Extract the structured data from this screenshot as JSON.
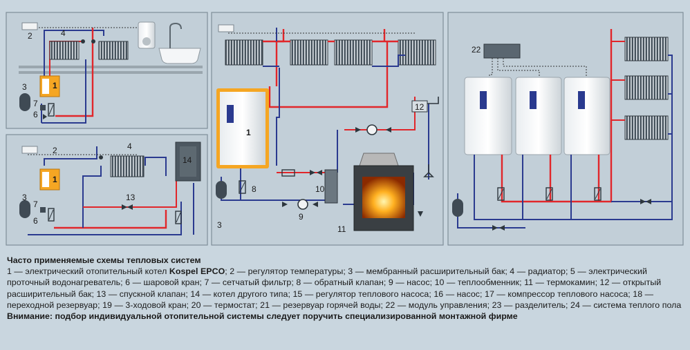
{
  "diagram": {
    "label_1": "1",
    "label_2": "2",
    "label_3": "3",
    "label_4": "4",
    "label_6": "6",
    "label_7": "7",
    "label_8": "8",
    "label_9": "9",
    "label_10": "10",
    "label_11": "11",
    "label_12": "12",
    "label_13": "13",
    "label_14": "14",
    "label_22": "22"
  },
  "colors": {
    "panel_bg": "#c2cfd8",
    "panel_border": "#7e8e99",
    "page_bg": "#c9d6df",
    "supply_pipe": "#e1262a",
    "return_pipe": "#2a3a8f",
    "boiler_orange": "#f5a623",
    "radiator": "#3f4a54",
    "text": "#1a1a1a"
  },
  "caption": {
    "title": "Часто применяемые схемы тепловых систем",
    "legend_pre": "1 — электрический отопительный котел ",
    "legend_brand": "Kospel EPCO",
    "legend_post": "; 2 — регулятор температуры; 3 — мембранный расширительный бак; 4 — радиатор; 5 — электрический проточный водонагреватель; 6 — шаровой кран; 7 — сетчатый фильтр; 8 — обратный клапан; 9 — насос; 10 — теплообменник; 11 — термокамин; 12 — открытый расширительный бак; 13 — спускной клапан; 14 — котел другого типа; 15 — регулятор теплового насоса; 16 — насос; 17 — компрессор теплового насоса; 18 — переходной резервуар; 19 — 3-ходовой кран; 20 — термостат; 21 — резервуар горячей воды; 22 — модуль управления; 23 — разделитель; 24 — система теплого пола",
    "warning": "Внимание: подбор индивидуальной отопительной системы следует поручить специализированной монтажной фирме"
  }
}
